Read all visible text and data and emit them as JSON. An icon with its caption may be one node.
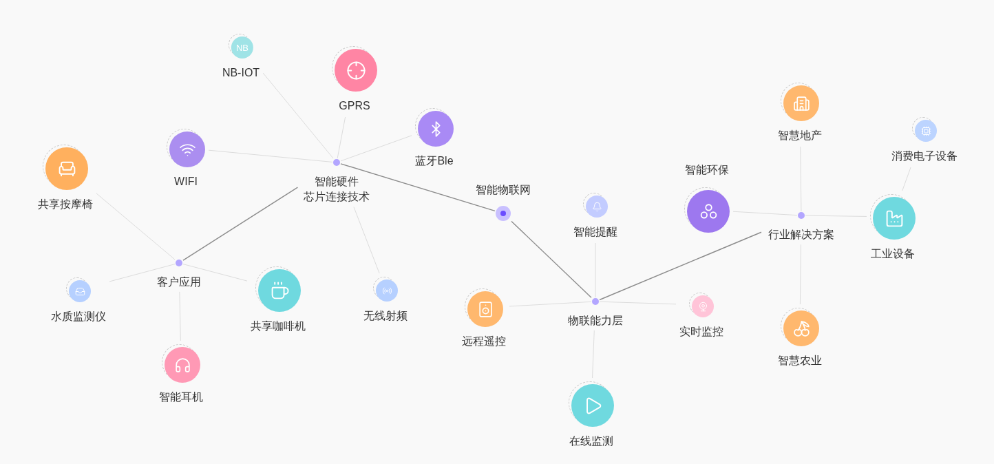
{
  "diagram": {
    "nodes": [
      {
        "text": [
          "NB-IOT"
        ]
      },
      {
        "text": [
          "GPRS"
        ]
      },
      {
        "text": [
          "WIFI"
        ]
      },
      {
        "text": [
          "蓝牙Ble"
        ]
      },
      {
        "text": [],
        "shape": "circle",
        "beside": [
          "智能硬件",
          "芯片连接技术"
        ]
      },
      {
        "text": [
          "共享按摩椅"
        ]
      },
      {
        "text": [],
        "shape": "circle",
        "beside": [
          "智能物联网"
        ]
      },
      {
        "text": [
          "智能提醒"
        ]
      },
      {
        "text": [
          "智能环保"
        ]
      },
      {
        "text": [
          "智慧地产"
        ]
      },
      {
        "text": [
          "消费电子设备"
        ]
      },
      {
        "text": [],
        "shape": "circle",
        "beside": [
          "行业解决方案"
        ]
      },
      {
        "text": [
          "工业设备"
        ]
      },
      {
        "text": [],
        "shape": "circle",
        "beside": [
          "客户应用"
        ]
      },
      {
        "text": [
          "水质监测仪"
        ]
      },
      {
        "text": [
          "共享咖啡机"
        ]
      },
      {
        "text": [
          "无线射频"
        ]
      },
      {
        "text": [
          "远程遥控"
        ]
      },
      {
        "text": [],
        "shape": "circle",
        "beside": [
          "物联能力层"
        ]
      },
      {
        "text": [
          "实时监控"
        ]
      },
      {
        "text": [
          "智慧农业"
        ]
      },
      {
        "text": [
          "智能耳机"
        ]
      },
      {
        "text": [
          "在线监测"
        ]
      }
    ],
    "edges": [
      {
        "from": 4,
        "to": 0,
        "arrow": "none"
      },
      {
        "from": 4,
        "to": 1,
        "arrow": "none"
      },
      {
        "from": 4,
        "to": 2,
        "arrow": "none"
      },
      {
        "from": 4,
        "to": 3,
        "arrow": "none"
      },
      {
        "from": 4,
        "to": 16,
        "arrow": "none"
      },
      {
        "from": 4,
        "to": 6,
        "arrow": "none",
        "color": "#8c8c8c"
      },
      {
        "from": 4,
        "to": 13,
        "arrow": "none",
        "color": "#8c8c8c"
      },
      {
        "from": 13,
        "to": 5,
        "arrow": "none"
      },
      {
        "from": 13,
        "to": 14,
        "arrow": "none"
      },
      {
        "from": 13,
        "to": 15,
        "arrow": "none"
      },
      {
        "from": 13,
        "to": 21,
        "arrow": "none"
      },
      {
        "from": 6,
        "to": 18,
        "arrow": "none",
        "color": "#8c8c8c"
      },
      {
        "from": 18,
        "to": 7,
        "arrow": "none"
      },
      {
        "from": 18,
        "to": 17,
        "arrow": "none"
      },
      {
        "from": 18,
        "to": 19,
        "arrow": "none"
      },
      {
        "from": 18,
        "to": 22,
        "arrow": "none"
      },
      {
        "from": 18,
        "to": 11,
        "arrow": "none",
        "color": "#8c8c8c"
      },
      {
        "from": 11,
        "to": 8,
        "arrow": "none"
      },
      {
        "from": 11,
        "to": 9,
        "arrow": "none"
      },
      {
        "from": 11,
        "to": 12,
        "arrow": "none"
      },
      {
        "from": 11,
        "to": 20,
        "arrow": "none"
      },
      {
        "from": 12,
        "to": 10,
        "arrow": "none"
      }
    ],
    "labels": [
      "NB"
    ]
  }
}
